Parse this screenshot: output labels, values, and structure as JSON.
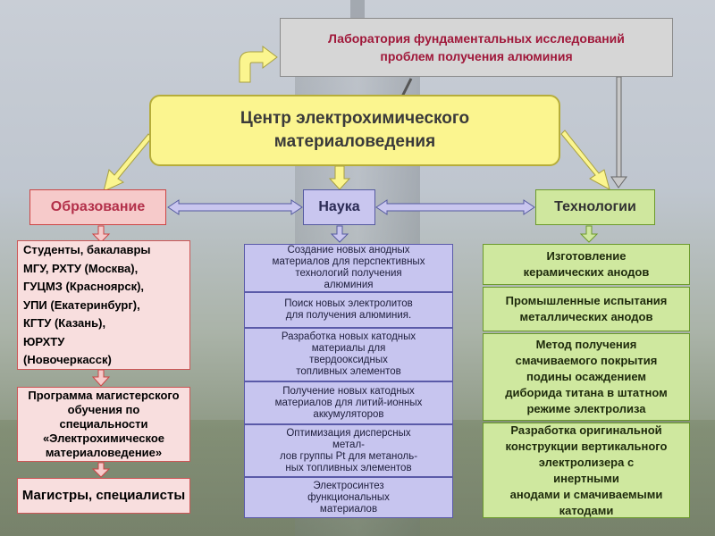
{
  "lab": {
    "line1": "Лаборатория фундаментальных исследований",
    "line2": "проблем получения алюминия"
  },
  "center": {
    "line1": "Центр электрохимического",
    "line2": "материаловедения"
  },
  "headers": {
    "education": "Образование",
    "science": "Наука",
    "technology": "Технологии"
  },
  "education": {
    "list": [
      "Студенты, бакалавры",
      "МГУ, РХТУ (Москва),",
      "ГУЦМЗ (Красноярск),",
      "УПИ (Екатеринбург),",
      "КГТУ (Казань),",
      "ЮРХТУ",
      "(Новочеркасск)"
    ],
    "program": [
      "Программа магистерского",
      "обучения по",
      "специальности",
      "«Электрохимическое",
      "материаловедение»"
    ],
    "graduates": "Магистры, специалисты"
  },
  "science": [
    [
      "Создание новых анодных",
      "материалов для перспективных",
      "технологий получения",
      "алюминия"
    ],
    [
      "Поиск новых электролитов",
      "для получения алюминия."
    ],
    [
      "Разработка новых катодных",
      "материалы для",
      "твердооксидных",
      "топливных элементов"
    ],
    [
      "Получение новых катодных",
      "материалов для литий-ионных",
      "аккумуляторов"
    ],
    [
      "Оптимизация дисперсных",
      "метал-",
      "лов группы Pt для метаноль-",
      "ных топливных элементов"
    ],
    [
      "Электросинтез",
      "функциональных",
      "материалов"
    ]
  ],
  "technology": [
    [
      "Изготовление",
      "керамических анодов"
    ],
    [
      "Промышленные испытания",
      "металлических анодов"
    ],
    [
      "Метод получения",
      "смачиваемого покрытия",
      "подины осаждением",
      "диборида титана в штатном",
      "режиме электролиза"
    ],
    [
      "Разработка оригинальной",
      "конструкции вертикального",
      "электролизера с",
      "инертными",
      "анодами и смачиваемыми",
      "катодами"
    ]
  ],
  "colors": {
    "lab_text": "#a0183a",
    "center_fill": "#fbf58f",
    "education_fill": "#f8dede",
    "science_fill": "#c7c5ef",
    "technology_fill": "#cfe89f",
    "arrow_fill": "#fbf58f"
  }
}
